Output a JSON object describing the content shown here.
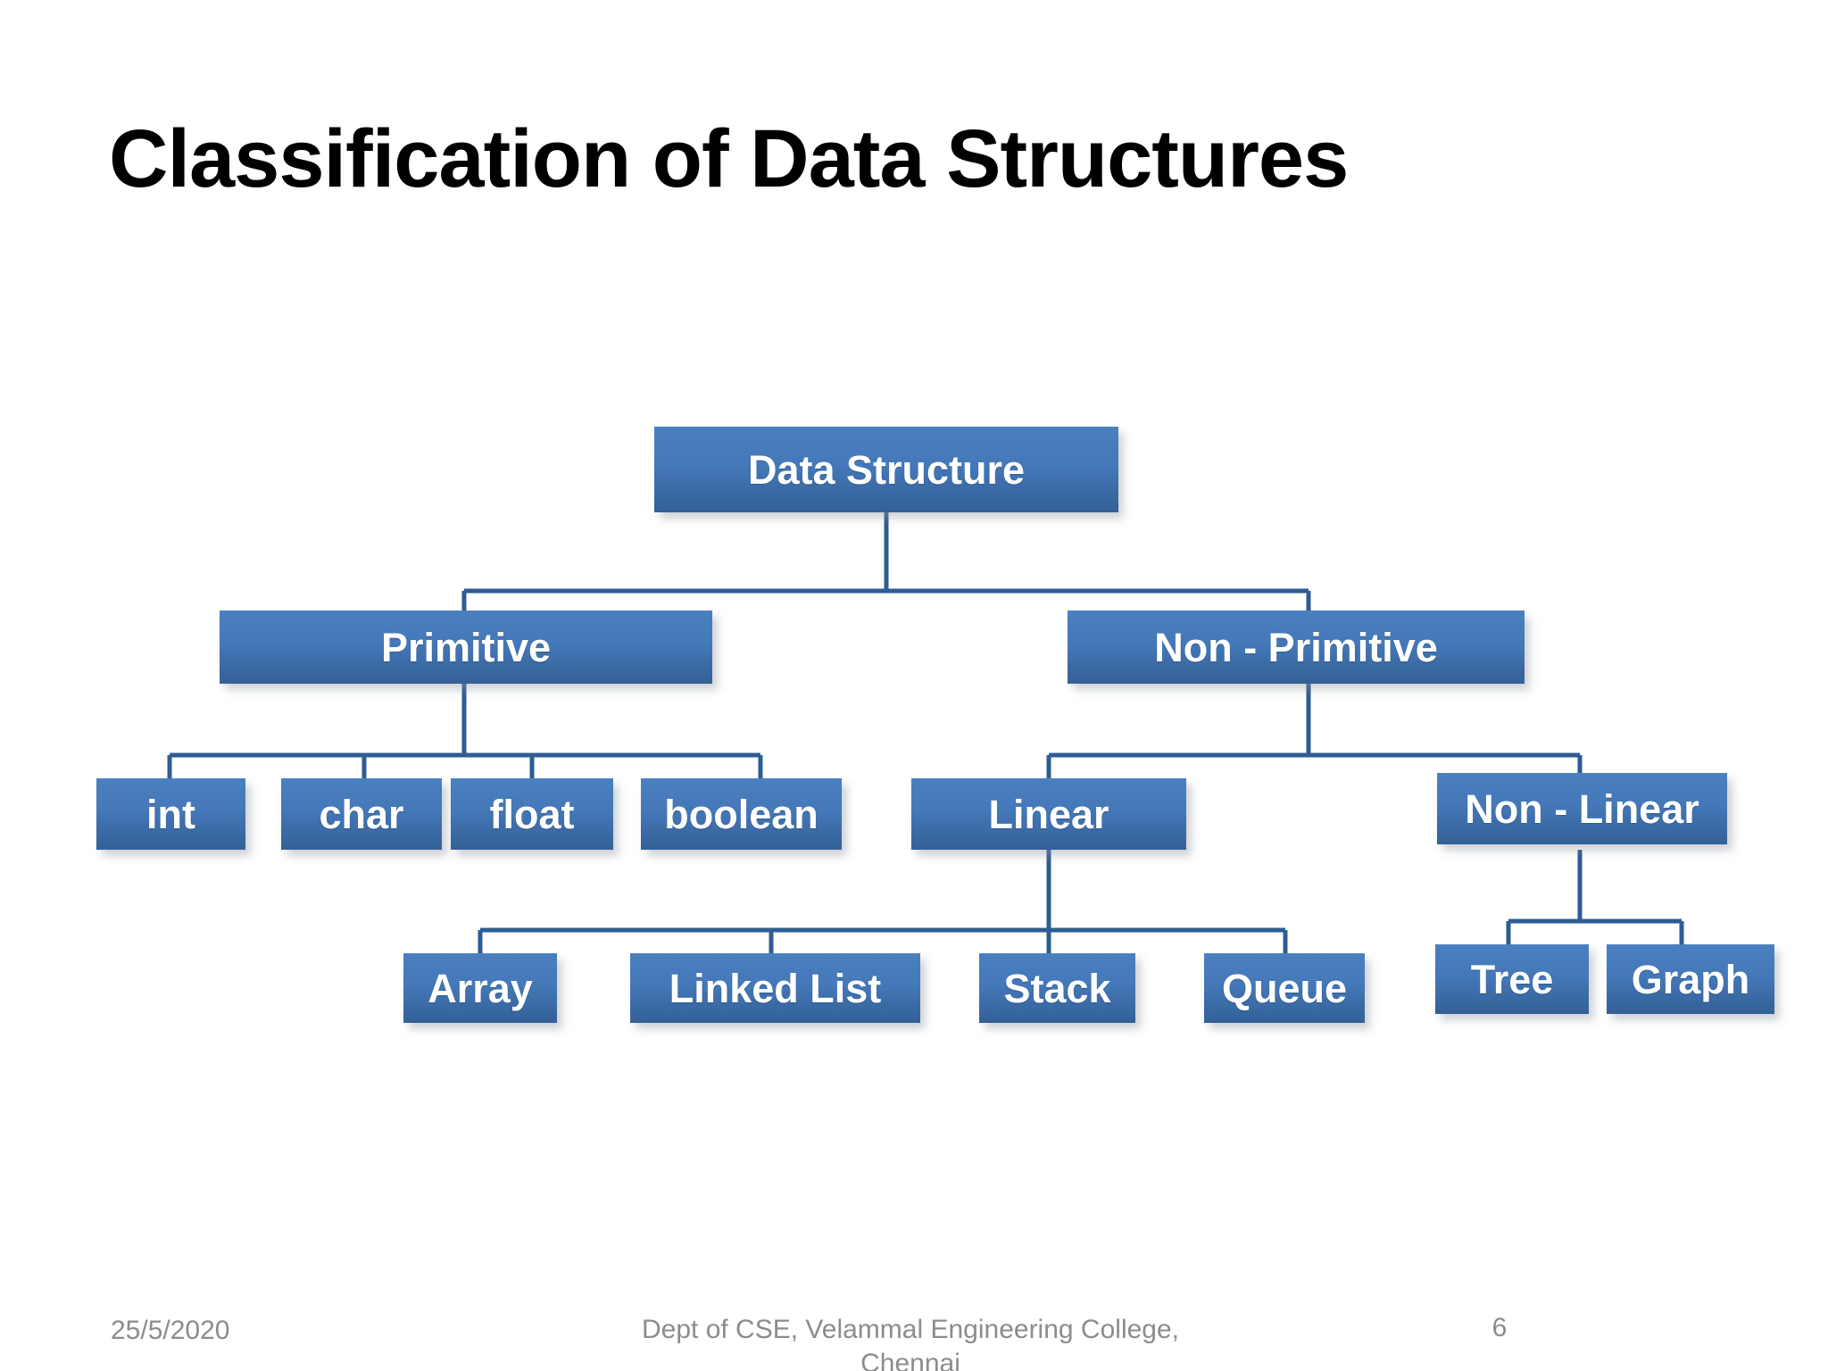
{
  "slide": {
    "title": "Classification of Data Structures",
    "page_number": "6",
    "date": "25/5/2020",
    "footer_center": "Dept of CSE, Velammal Engineering College,\n Chennai",
    "colors": {
      "box_top": "#4b80c0",
      "box_bottom": "#336096",
      "connector": "#2e5c93",
      "title_text": "#000000",
      "box_text": "#ffffff",
      "footer_text": "#8c8c8c",
      "background": "#ffffff"
    }
  },
  "diagram": {
    "type": "hierarchy-tree",
    "title": "Classification of Data Structures",
    "nodes": [
      {
        "id": "root",
        "label": "Data Structure",
        "level": 1
      },
      {
        "id": "primitive",
        "label": "Primitive",
        "level": 2
      },
      {
        "id": "nonprim",
        "label": "Non - Primitive",
        "level": 2
      },
      {
        "id": "int",
        "label": "int",
        "level": 3
      },
      {
        "id": "char",
        "label": "char",
        "level": 3
      },
      {
        "id": "float",
        "label": "float",
        "level": 3
      },
      {
        "id": "boolean",
        "label": "boolean",
        "level": 3
      },
      {
        "id": "linear",
        "label": "Linear",
        "level": 3
      },
      {
        "id": "nonlinear",
        "label": "Non - Linear",
        "level": 3
      },
      {
        "id": "array",
        "label": "Array",
        "level": 4
      },
      {
        "id": "linkedlist",
        "label": "Linked List",
        "level": 4
      },
      {
        "id": "stack",
        "label": "Stack",
        "level": 4
      },
      {
        "id": "queue",
        "label": "Queue",
        "level": 4
      },
      {
        "id": "tree",
        "label": "Tree",
        "level": 4
      },
      {
        "id": "graph",
        "label": "Graph",
        "level": 4
      }
    ],
    "edges": [
      {
        "from": "root",
        "to": "primitive"
      },
      {
        "from": "root",
        "to": "nonprim"
      },
      {
        "from": "primitive",
        "to": "int"
      },
      {
        "from": "primitive",
        "to": "char"
      },
      {
        "from": "primitive",
        "to": "float"
      },
      {
        "from": "primitive",
        "to": "boolean"
      },
      {
        "from": "nonprim",
        "to": "linear"
      },
      {
        "from": "nonprim",
        "to": "nonlinear"
      },
      {
        "from": "linear",
        "to": "array"
      },
      {
        "from": "linear",
        "to": "linkedlist"
      },
      {
        "from": "linear",
        "to": "stack"
      },
      {
        "from": "linear",
        "to": "queue"
      },
      {
        "from": "nonlinear",
        "to": "tree"
      },
      {
        "from": "nonlinear",
        "to": "graph"
      }
    ]
  }
}
